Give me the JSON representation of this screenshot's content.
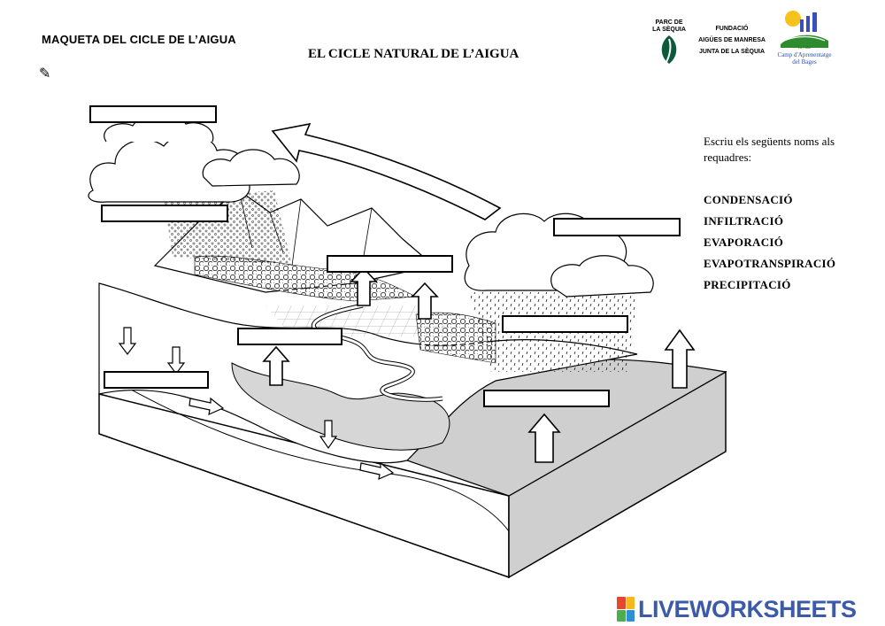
{
  "header": {
    "left_title": "MAQUETA DEL CICLE DE L’AIGUA",
    "center_title": "EL CICLE  NATURAL DE L’AIGUA"
  },
  "logos": {
    "parc": [
      "PARC DE",
      "LA SÈQUIA"
    ],
    "fundacio": [
      "FUNDACIÓ",
      "AIGÜES DE MANRESA",
      "JUNTA DE LA SÈQUIA"
    ],
    "camp": [
      "La Culla",
      "Camp d'Aprenentatge",
      "del Bages"
    ]
  },
  "instructions": "Escriu els següents noms als requadres:",
  "words": [
    "CONDENSACIÓ",
    "INFILTRACIÓ",
    "EVAPORACIÓ",
    "EVAPOTRANSPIRACIÓ",
    "PRECIPITACIÓ"
  ],
  "answer_boxes": [
    {
      "id": "box-1",
      "value": ""
    },
    {
      "id": "box-2",
      "value": ""
    },
    {
      "id": "box-3",
      "value": ""
    },
    {
      "id": "box-4",
      "value": ""
    },
    {
      "id": "box-5",
      "value": ""
    },
    {
      "id": "box-6",
      "value": ""
    },
    {
      "id": "box-7",
      "value": ""
    },
    {
      "id": "box-8",
      "value": ""
    }
  ],
  "watermark": "LIVEWORKSHEETS",
  "colors": {
    "ink": "#000000",
    "shade": "#cfcfcf",
    "brand": "#3b5ba9"
  }
}
